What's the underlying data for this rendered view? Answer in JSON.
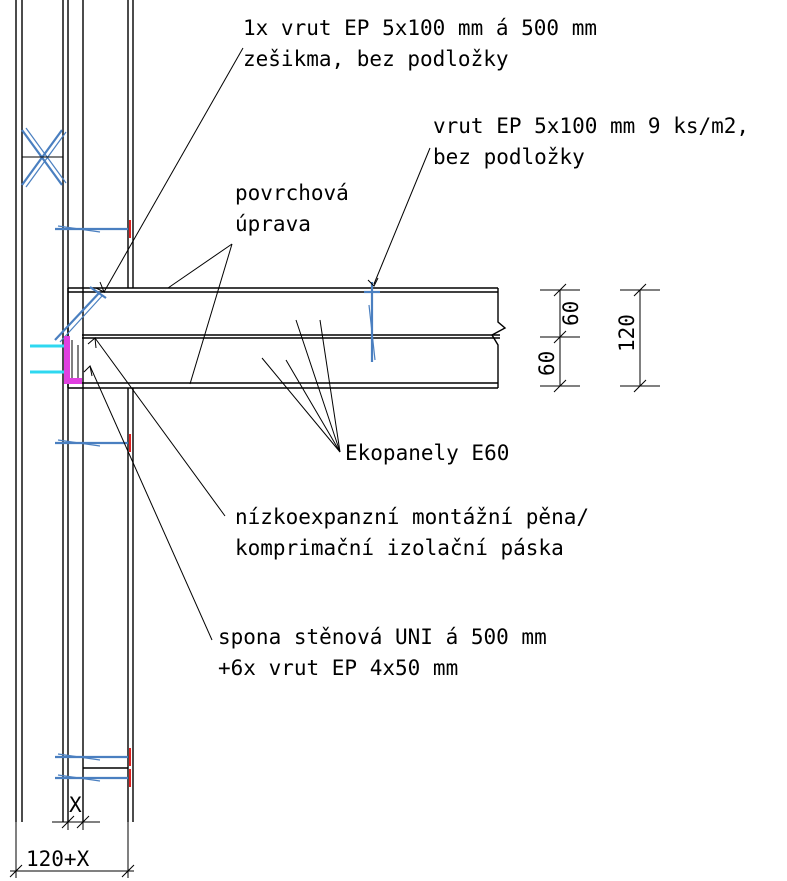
{
  "labels": {
    "screw_diag_line1": "1x vrut EP 5x100 mm á 500 mm",
    "screw_diag_line2": "zešikma, bez podložky",
    "screw_vert_line1": "vrut EP 5x100 mm 9 ks/m2,",
    "screw_vert_line2": "bez podložky",
    "surface_line1": "povrchová",
    "surface_line2": "úprava",
    "panels": "Ekopanely E60",
    "foam_line1": "nízkoexpanzní montážní pěna/",
    "foam_line2": "komprimační izolační páska",
    "clip_line1": "spona stěnová UNI á 500 mm",
    "clip_line2": "+6x vrut EP 4x50 mm"
  },
  "dimensions": {
    "top_panel": "60",
    "bottom_panel": "60",
    "total": "120",
    "wall_gap": "X",
    "wall_total": "120+X"
  },
  "colors": {
    "screw": "#4a7fc0",
    "foam": "#2fd8f0",
    "clip": "#e040e0",
    "marker": "#e02020"
  }
}
